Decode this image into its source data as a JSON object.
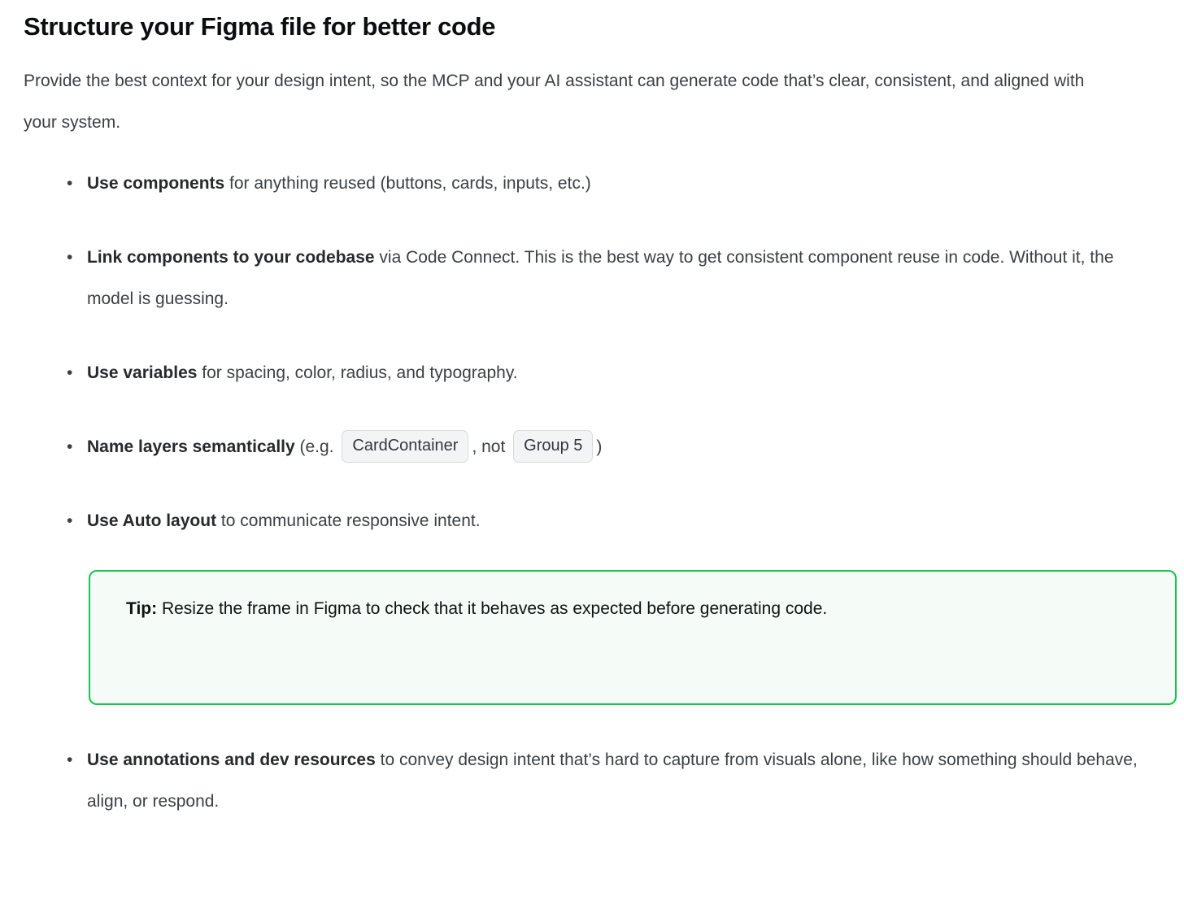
{
  "document": {
    "title": "Structure your Figma file for better code",
    "intro": "Provide the best context for your design intent, so the MCP and your AI assistant can generate code that’s clear, consistent, and aligned with your system.",
    "bullet_marker": "•"
  },
  "bullets": [
    {
      "id": "use-components",
      "strong": "Use components",
      "rest": " for anything reused (buttons, cards, inputs, etc.)"
    },
    {
      "id": "link-components",
      "strong": "Link components to your codebase",
      "rest": " via Code Connect. This is the best way to get consistent component reuse in code. Without it, the model is guessing."
    },
    {
      "id": "use-variables",
      "strong": "Use variables",
      "rest": " for spacing, color, radius, and typography."
    },
    {
      "id": "name-layers",
      "strong": "Name layers semantically",
      "rest": " (e.g. ",
      "code_1": "CardContainer",
      "mid": ", not ",
      "code_2": "Group 5",
      "tail": ")"
    },
    {
      "id": "use-auto-layout",
      "strong": "Use Auto layout",
      "rest": " to communicate responsive intent."
    },
    {
      "id": "use-annotations",
      "strong": "Use annotations and dev resources",
      "rest": " to convey design intent that’s hard to capture from visuals alone, like how something should behave, align, or respond."
    }
  ],
  "tip": {
    "label": "Tip:",
    "text": " Resize the frame in Figma to check that it behaves as expected before generating code."
  },
  "colors": {
    "page_background": "#ffffff",
    "heading_text": "#0b0d0e",
    "body_text": "#3c4043",
    "strong_text": "#27292b",
    "tip_border": "#12c74a",
    "tip_background": "#f5fbf7",
    "tip_text": "#101214",
    "chip_background": "#f3f4f5",
    "chip_border": "#d8dadd",
    "chip_text": "#34383c"
  }
}
